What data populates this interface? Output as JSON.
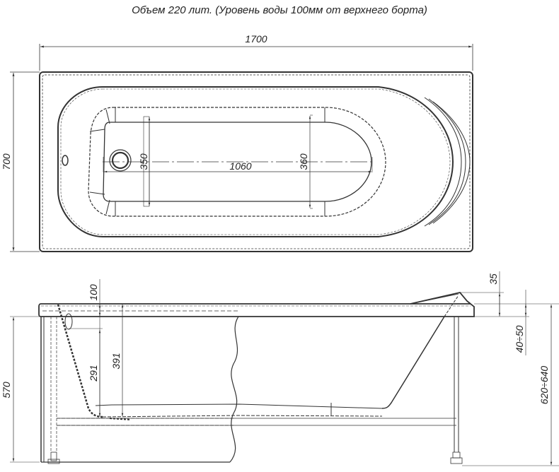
{
  "title": "Объем 220 лит. (Уровень воды 100мм от верхнего борта)",
  "top_view": {
    "dim_length": "1700",
    "dim_width": "700",
    "dim_bottom_length": "1060",
    "dim_head_width": "350",
    "dim_foot_width": "360"
  },
  "side_view": {
    "dim_water_level": "100",
    "dim_depth_overflow": "291",
    "dim_depth_total": "391",
    "dim_height_body": "570",
    "dim_headrest": "35",
    "dim_rim": "40÷50",
    "dim_total_height": "620÷640"
  },
  "colors": {
    "line": "#333333",
    "dashed": "#555555",
    "dim": "#444444"
  }
}
